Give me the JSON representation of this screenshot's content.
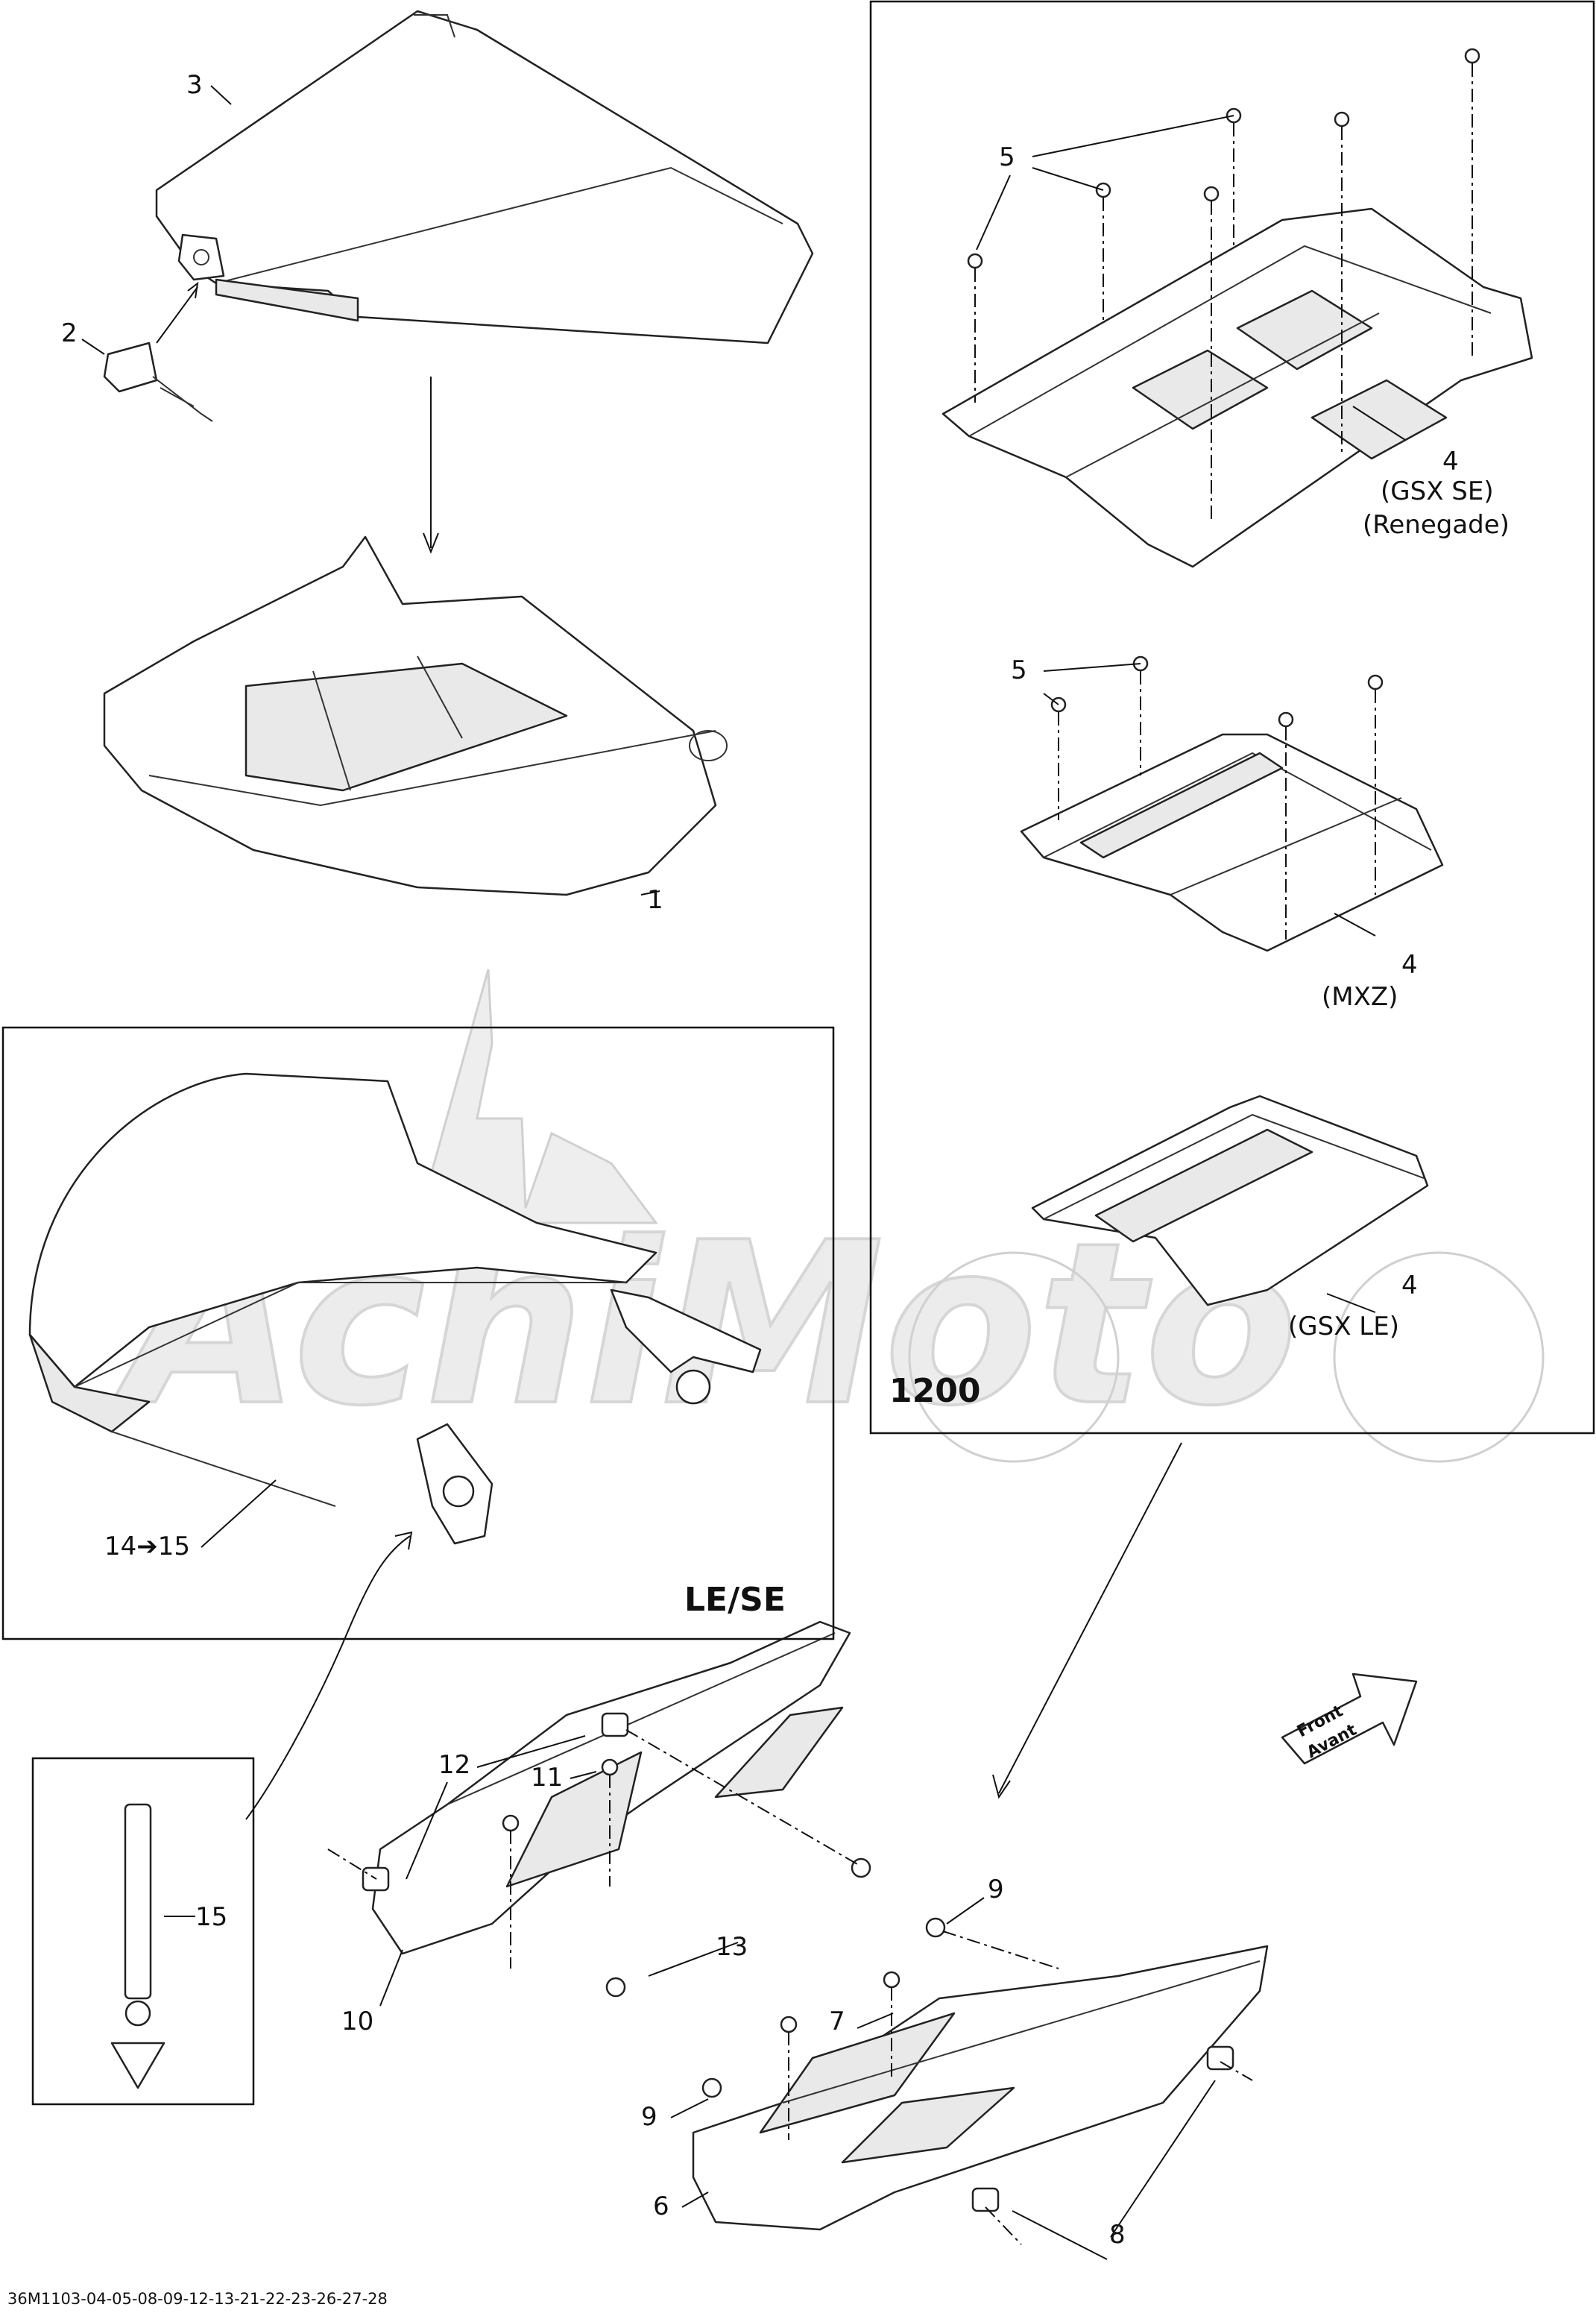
{
  "diagram": {
    "callouts": [
      {
        "key": "c1",
        "text": "1"
      },
      {
        "key": "c2",
        "text": "2"
      },
      {
        "key": "c3",
        "text": "3"
      },
      {
        "key": "c5a",
        "text": "5"
      },
      {
        "key": "c4a",
        "text": "4"
      },
      {
        "key": "c4a_v",
        "text": "(GSX SE)"
      },
      {
        "key": "c4a_v2",
        "text": "(Renegade)"
      },
      {
        "key": "c5b",
        "text": "5"
      },
      {
        "key": "c4b",
        "text": "4"
      },
      {
        "key": "c4b_v",
        "text": "(MXZ)"
      },
      {
        "key": "c4c",
        "text": "4"
      },
      {
        "key": "c4c_v",
        "text": "(GSX LE)"
      },
      {
        "key": "c14",
        "text": "14➔15"
      },
      {
        "key": "c15",
        "text": "15"
      },
      {
        "key": "c12",
        "text": "12"
      },
      {
        "key": "c11",
        "text": "11"
      },
      {
        "key": "c13",
        "text": "13"
      },
      {
        "key": "c10",
        "text": "10"
      },
      {
        "key": "c9a",
        "text": "9"
      },
      {
        "key": "c7",
        "text": "7"
      },
      {
        "key": "c9b",
        "text": "9"
      },
      {
        "key": "c6",
        "text": "6"
      },
      {
        "key": "c8",
        "text": "8"
      }
    ],
    "panel_1200_label": "1200",
    "panel_lese_label": "LE/SE",
    "front_arrow_line1": "Front",
    "front_arrow_line2": "Avant",
    "footer_code": "36M1103-04-05-08-09-12-13-21-22-23-26-27-28",
    "watermark_text": "AchiMoto"
  }
}
